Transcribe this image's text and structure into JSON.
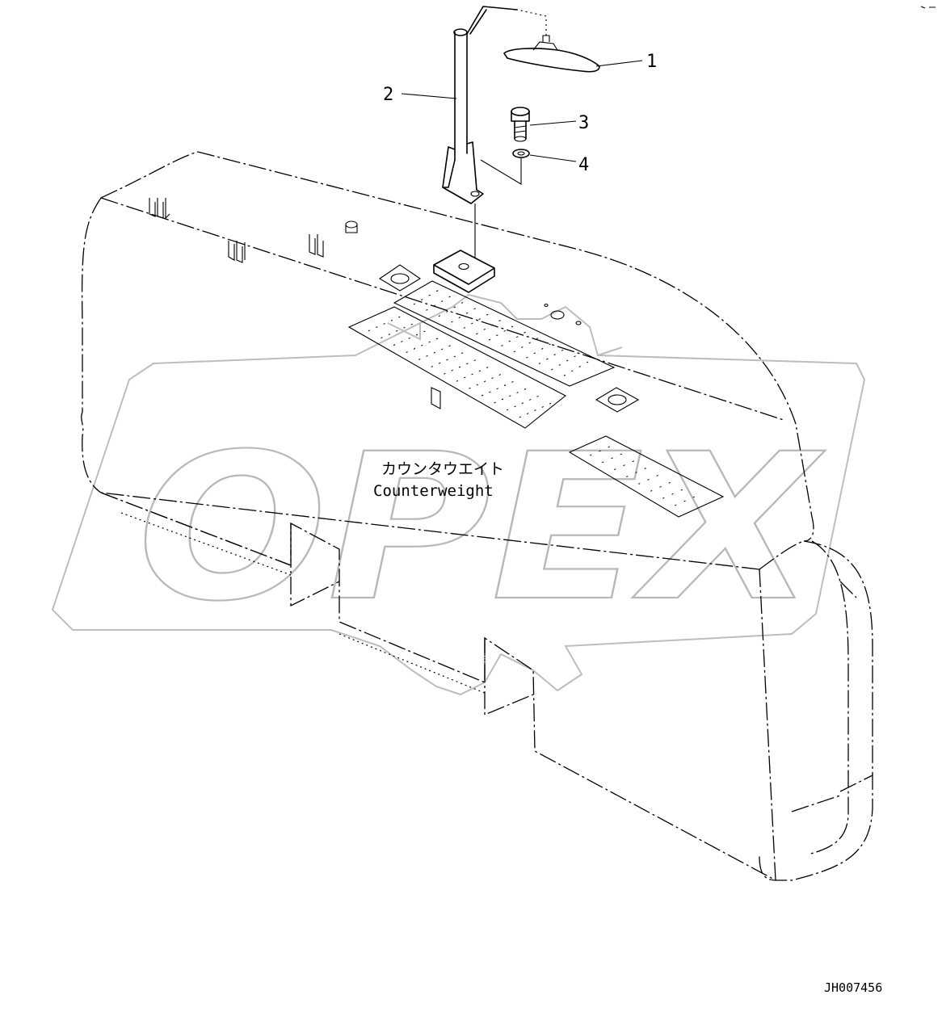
{
  "watermark": {
    "text": "OPEX"
  },
  "callouts": [
    {
      "number": "1"
    },
    {
      "number": "2"
    },
    {
      "number": "3"
    },
    {
      "number": "4"
    }
  ],
  "labels": {
    "jp": "カウンタウエイト",
    "en": "Counterweight"
  },
  "drawing_code": "JH007456"
}
